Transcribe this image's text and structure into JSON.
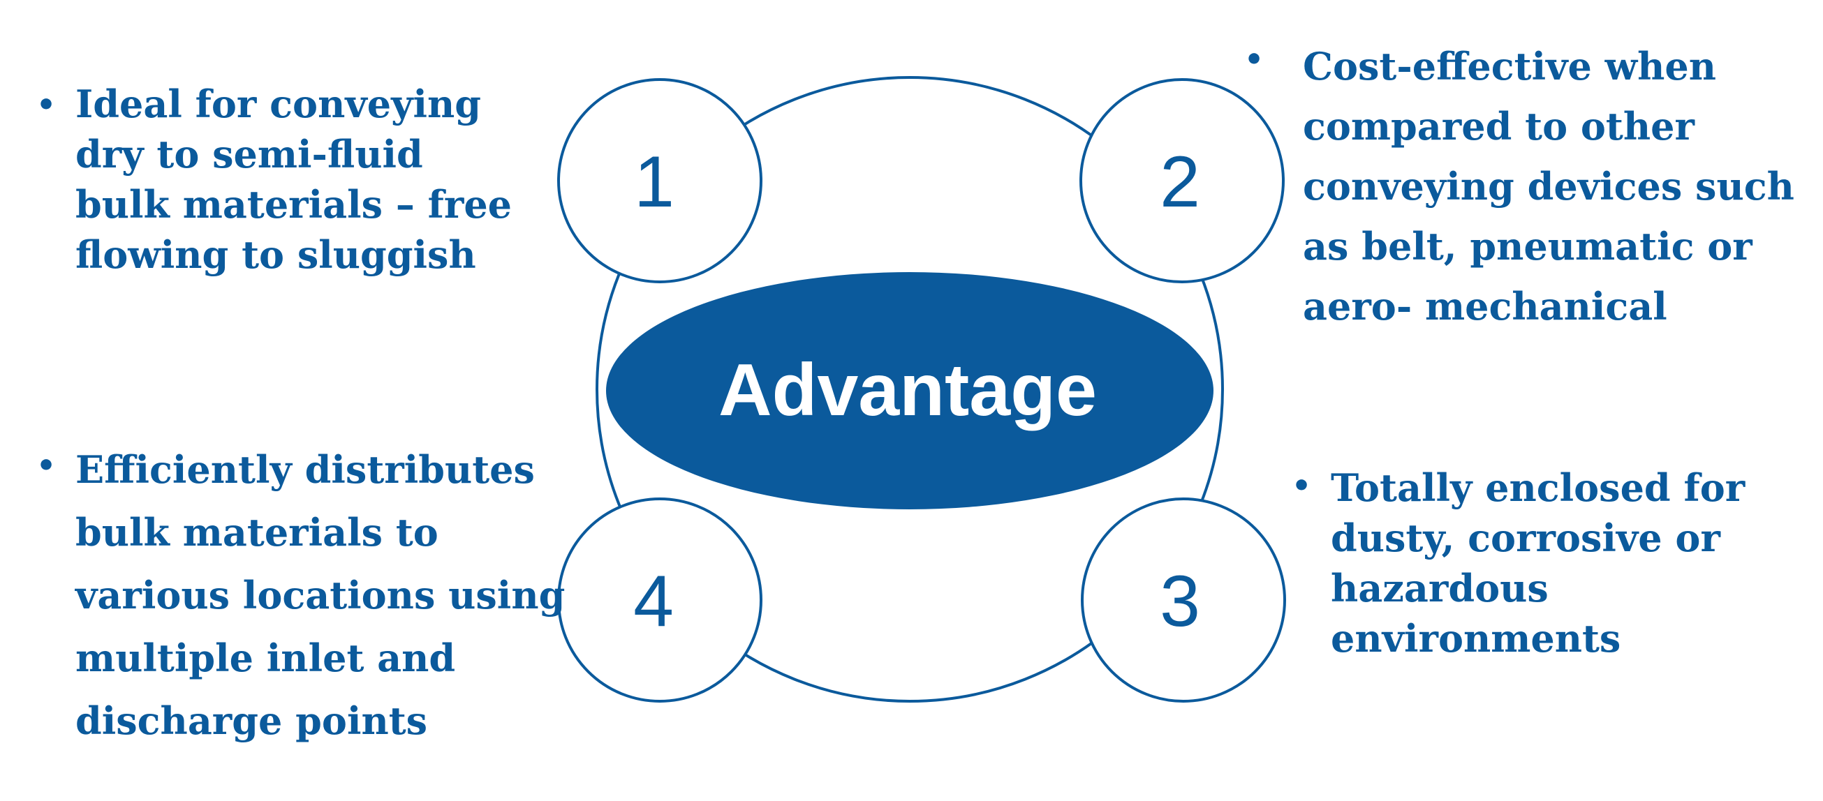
{
  "center": {
    "label": "Advantage"
  },
  "nodes": [
    {
      "number": "1"
    },
    {
      "number": "2"
    },
    {
      "number": "3"
    },
    {
      "number": "4"
    }
  ],
  "bullets": {
    "top_left": {
      "marker": "•",
      "lines": [
        "Ideal for conveying",
        "dry to semi-fluid",
        "bulk materials – free",
        "flowing to sluggish"
      ]
    },
    "top_right": {
      "marker": "•",
      "lines": [
        "Cost-effective when",
        "compared to other",
        "conveying devices such",
        "as belt, pneumatic or",
        "aero-  mechanical"
      ]
    },
    "bottom_right": {
      "marker": "•",
      "lines": [
        "Totally enclosed for",
        "dusty, corrosive or",
        "hazardous",
        "environments"
      ]
    },
    "bottom_left": {
      "marker": "•",
      "lines": [
        "Efficiently distributes",
        "bulk materials to",
        "various locations using",
        "multiple inlet and",
        "discharge  points"
      ]
    }
  },
  "colors": {
    "accent": "#0b5a9c",
    "background": "#ffffff",
    "center_text": "#ffffff"
  }
}
